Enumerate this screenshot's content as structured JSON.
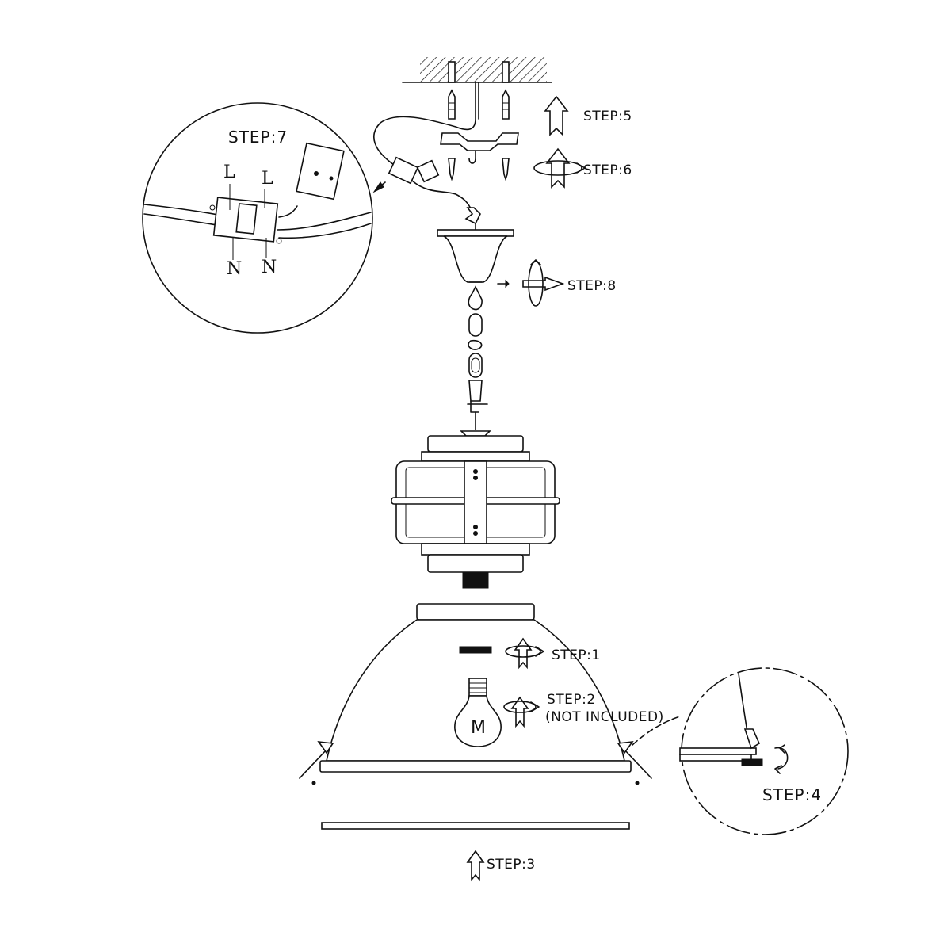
{
  "steps": {
    "step1": "STEP:1",
    "step2": "STEP:2",
    "step2_note": "(NOT INCLUDED)",
    "step3": "STEP:3",
    "step4": "STEP:4",
    "step5": "STEP:5",
    "step6": "STEP:6",
    "step7": "STEP:7",
    "step8": "STEP:8"
  },
  "wiring": {
    "live_left": "L",
    "live_right": "L",
    "neutral_left": "N",
    "neutral_right": "N"
  },
  "bulb_mark": "M",
  "icons": [
    "ceiling-icon",
    "wall-plug-icon",
    "screw-icon",
    "mounting-bracket-icon",
    "terminal-block-icon",
    "canopy-icon",
    "chain-icon",
    "lamp-socket-icon",
    "shade-icon",
    "light-bulb-icon",
    "glass-disc-icon",
    "up-arrow-icon",
    "rotate-arrow-icon",
    "magnifier-circle-icon"
  ]
}
